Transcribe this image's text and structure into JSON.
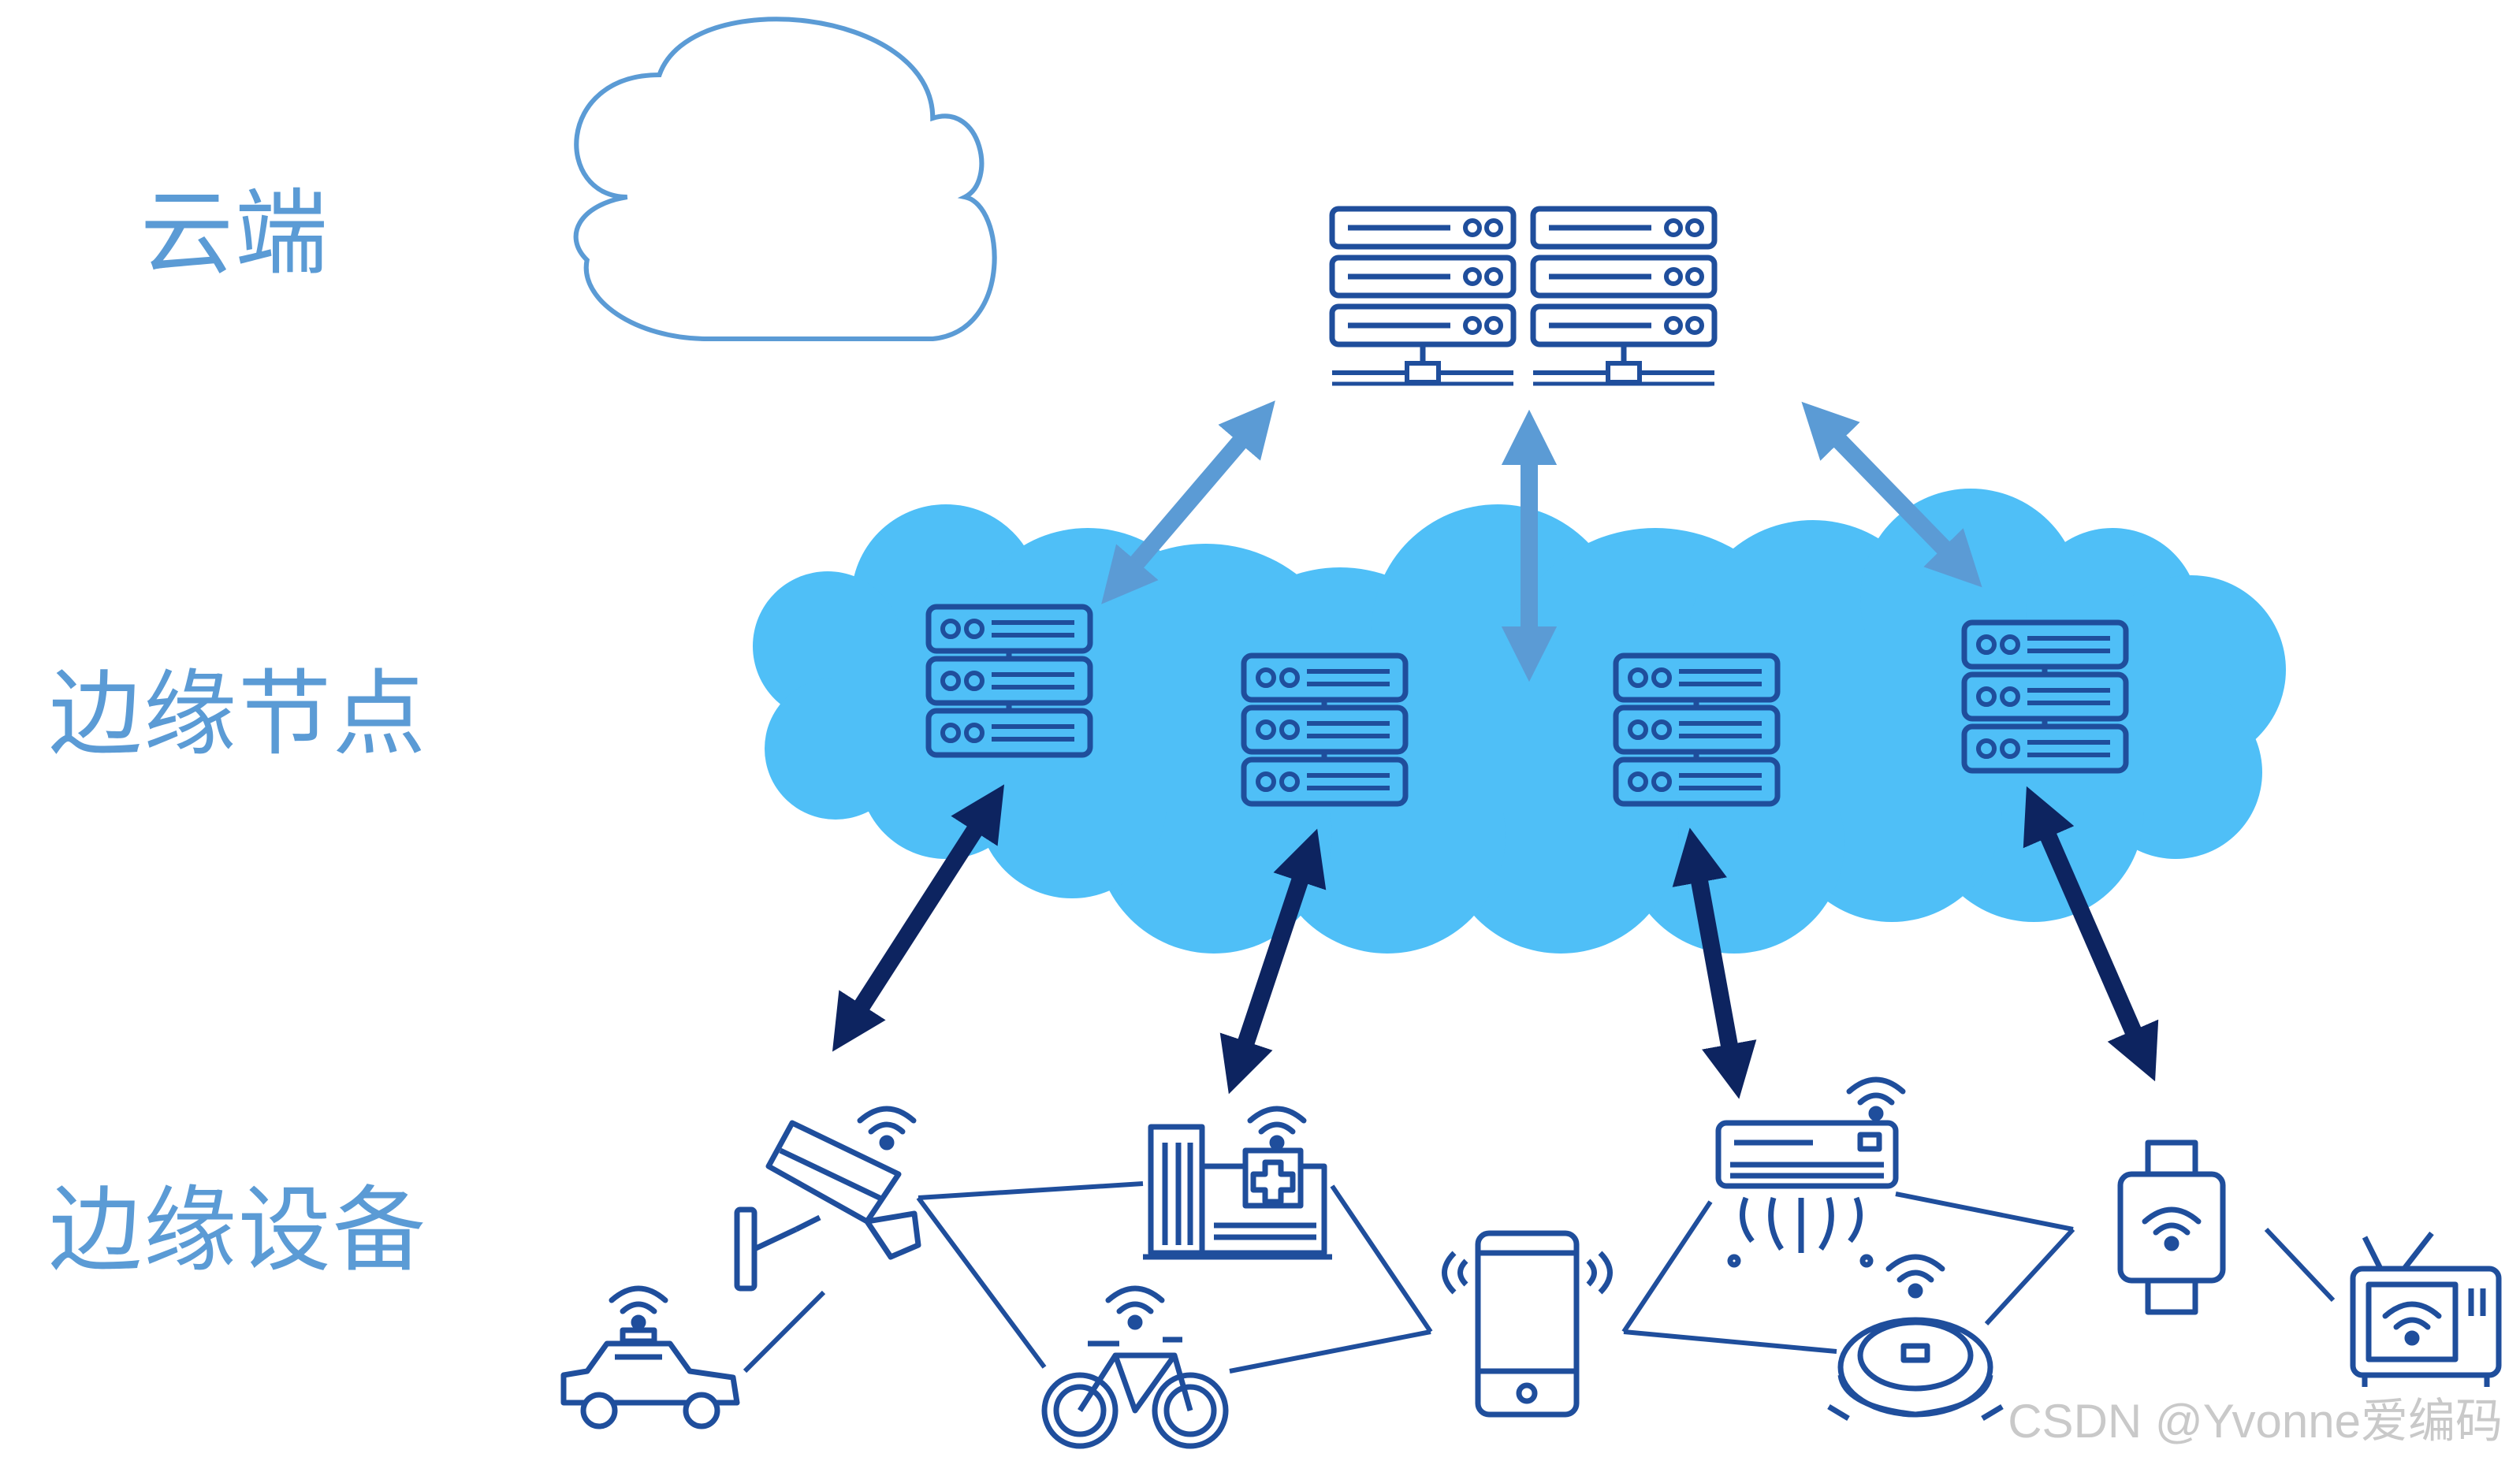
{
  "layers": {
    "cloud": "云端",
    "edge_node": "边缘节点",
    "edge_device": "边缘设备"
  },
  "watermark": "CSDN @Yvonne爱编码",
  "colors": {
    "label": "#5b9bd5",
    "cloud_outline": "#5b9bd5",
    "edge_cloud_fill": "#4fbff7",
    "server_icon": "#1f4e9c",
    "arrow_light": "#5b9bd5",
    "arrow_dark": "#0d2460",
    "device_icon": "#1f4e9c"
  },
  "icons": {
    "cloud_servers": [
      "server-rack-icon",
      "server-rack-icon"
    ],
    "edge_servers": [
      "server-stack-icon",
      "server-stack-icon",
      "server-stack-icon",
      "server-stack-icon"
    ],
    "devices": [
      "security-camera-icon",
      "taxi-icon",
      "hospital-building-icon",
      "bicycle-icon",
      "smartphone-icon",
      "air-conditioner-icon",
      "robot-vacuum-icon",
      "smartwatch-icon",
      "television-icon"
    ]
  }
}
